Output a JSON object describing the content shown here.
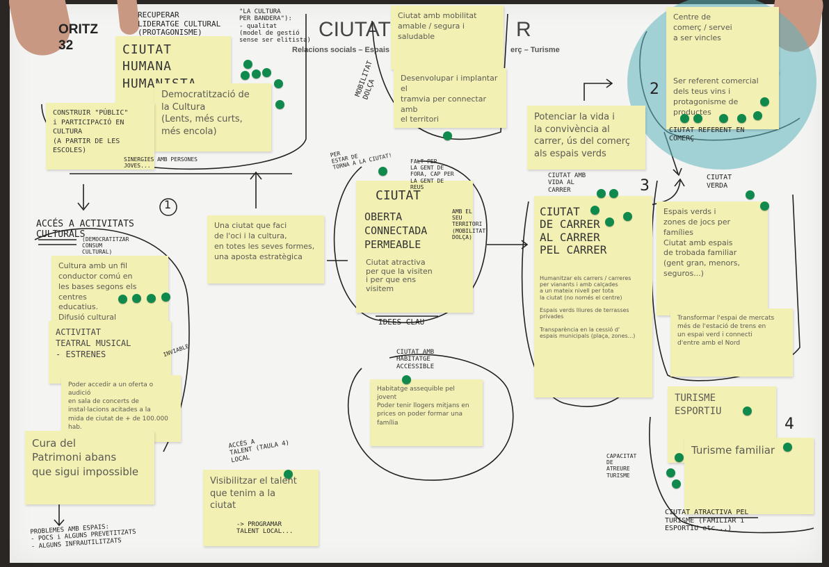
{
  "poster": {
    "title": "CIUTAT",
    "title_tail": "R",
    "subtitle": "Relacions socials – Espais d",
    "subtitle_tail": "erç – Turisme",
    "corner_text": "ORITZ",
    "corner_num": "32"
  },
  "headings": {
    "recuperar": "RECUPERAR\nLIDERATGE CULTURAL\n(PROTAGONISME)",
    "la_cultura": "\"LA CULTURA\nPER BANDERA\"):\n- qualitat\n(model de gestió\nsense ser elitista)",
    "construir": "CONSTRUIR \"PÚBLIC\"\ni PARTICIPACIÓ EN\nCULTURA\n(A PARTIR DE LES\nESCOLES)",
    "sinergies": "SINERGIES AMB PERSONES\nJOVES...",
    "acces_activitats": "ACCÉS A ACTIVITATS\nCULTURALS",
    "consum": "(DEMOCRATITZAR\nCONSUM\nCULTURAL)",
    "mobilitat": "MOBILITAT\nDOLÇA",
    "per_estar": "PER\nESTAR DE\nTORNA A LA CIUTAT!",
    "falt": "FALT PER\nLA GENT DE\nFORA, CAP PER\nLA GENT DE\nREUS",
    "amb_el": "AMB EL\nSEU\nTERRITORI\n(MOBILITAT\nDOLÇA)",
    "idees": "IDEES CLAU",
    "habitatge": "CIUTAT AMB\nHABITATGE\nACCESSIBLE",
    "vida_carrer": "CIUTAT AMB\nVIDA AL\nCARRER",
    "verda": "CIUTAT\nVERDA",
    "referent": "CIUTAT REFERENT EN\nCOMERÇ",
    "acces_talent": "ACCÉS A\nTALENT  (TAULA 4)\nLOCAL",
    "problemes": "PROBLEMES AMB ESPAIS:\n- POCS i ALGUNS PREVETITZATS\n- ALGUNS INFRAUTILITZATS",
    "capacitat": "CAPACITAT\nDE\nATREURE\nTURISME",
    "atractiva": "CIUTAT ATRACTIVA PEL\nTURISME (FAMILIAR i\nESPORTIU etc...)",
    "cercle1": "1",
    "n2": "2",
    "n3": "3",
    "n4": "4",
    "inviable": "INVIABLE"
  },
  "notes": {
    "humana": "CIUTAT\nHUMANA\nHUMANISTA",
    "democr": "Democratització de\nla Cultura\n(Lents, més curts, més encola)",
    "mobil1": "Ciutat amb mobilitat\namable / segura i saludable",
    "mobil2": "Desenvolupar i implantar el\ntramvia per connectar amb\nel territori",
    "potenciar": "Potenciar la vida i\nla convivència al\ncarrer, ús del comerç\nals espais verds",
    "comerc1": "Centre de\ncomerç / servei\na ser vincles",
    "comerc2": "Ser referent comercial\ndels teus vins i\nprotagonisme de\nproductes",
    "ciutat_oberta_title": "CIUTAT",
    "oberta": "OBERTA",
    "connectada": "CONNECTADA",
    "permeable": "PERMEABLE",
    "atractiva": "Ciutat atractiva\nper que la visiten\ni per que ens\nvisitem",
    "una_ciutat": "Una ciutat que faci\nde l'oci i la cultura,\nen totes les seves formes,\nuna aposta estratègica",
    "cultura_fil": "Cultura amb un fil\nconductor comú en\nles bases segons els centres\neducatius.\nDifusió cultural\ninterna i externa",
    "activitat": "ACTIVITAT\nTEATRAL MUSICAL\n- ESTRENES",
    "poder": "Poder accedir a un oferta o audició\nen sala de concerts de\ninstal·lacions acitades a la\nmida de ciutat de + de 100.000 hab.",
    "cura": "Cura del\nPatrimoni abans\nque sigui impossible",
    "visibilitzar": "Visibilitzar el talent\nque tenim a la\nciutat",
    "programa": "-> PROGRAMAR\nTALENT LOCAL...",
    "habitatge": "Habitatge assequible pel jovent\nPoder tenir llogers mitjans en\nprices on poder formar una família",
    "carrer_title": "CIUTAT\nDE CARRER\nAL CARRER\nPEL CARRER",
    "carrer_body": "Humanitzar els carrers / carreres\nper vianants i amb calçades\na un mateix nivell per tota\nla ciutat (no només el centre)\n\nEspais verds lliures de terrasses\nprivades\n\nTransparència en la cessió d'\nespais municipals (plaça, zones...)",
    "verds": "Espais verds i\nzones de jocs per\nfamílies\nCiutat amb espais\nde trobada familiar\n(gent gran, menors, seguros...)",
    "transformar": "Transformar l'espai de mercats\nmés de l'estació de trens en\nun espai verd i connecti\nd'entre amb el Nord",
    "turisme_esp": "TURISME\nESPORTIU",
    "turisme_fam": "Turisme familiar"
  }
}
